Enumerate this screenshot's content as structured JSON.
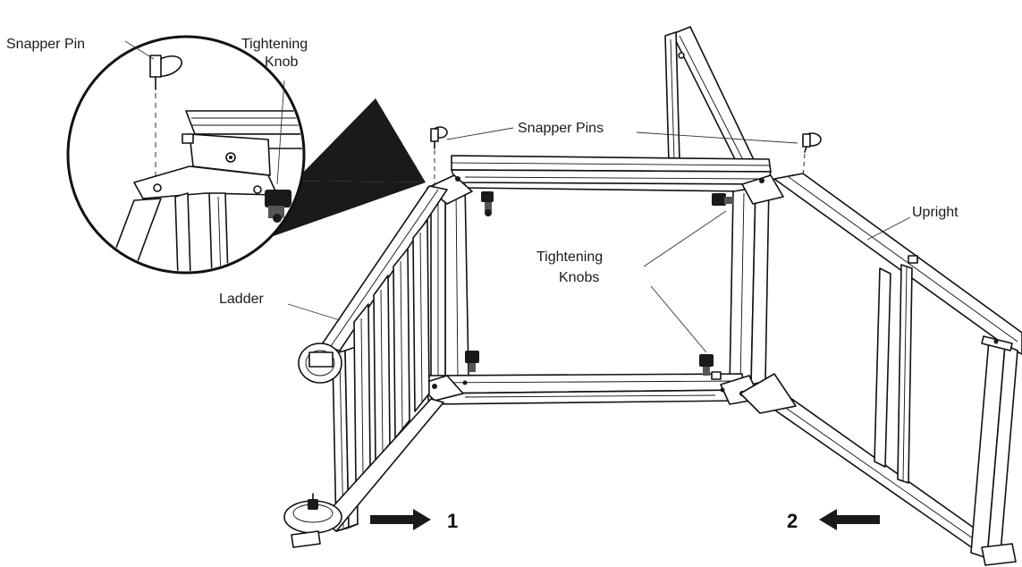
{
  "callouts": {
    "snapper_pin": "Snapper Pin",
    "tightening_knob_line1": "Tightening",
    "tightening_knob_line2": "Knob",
    "snapper_pins": "Snapper Pins",
    "upright": "Upright",
    "tightening_knobs_line1": "Tightening",
    "tightening_knobs_line2": "Knobs",
    "ladder": "Ladder"
  },
  "steps": {
    "step1": "1",
    "step2": "2"
  }
}
